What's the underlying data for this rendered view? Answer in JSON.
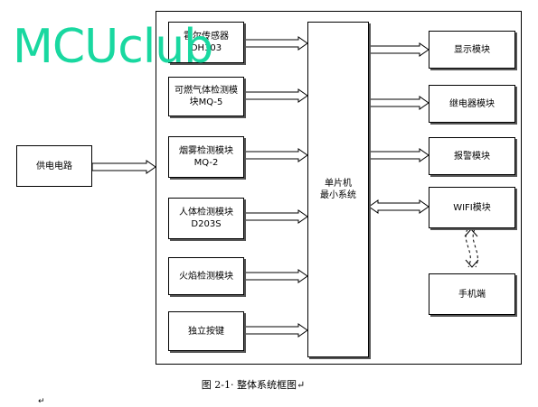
{
  "watermark": "MCUclub",
  "power": "供电电路",
  "sensors": [
    "霍尔传感器\n DH303",
    "可燃气体检测模\n块MQ-5",
    "烟雾检测模块\nMQ-2",
    "人体检测模块\nD203S",
    "火焰检测模块",
    "独立按键"
  ],
  "mcu": "单片机\n最小系统",
  "outputs": [
    "显示模块",
    "继电器模块",
    "报警模块",
    "WIFI模块"
  ],
  "phone": "手机端",
  "caption": "图 2-1· 整体系统框图↵",
  "pilcrow": "↵"
}
